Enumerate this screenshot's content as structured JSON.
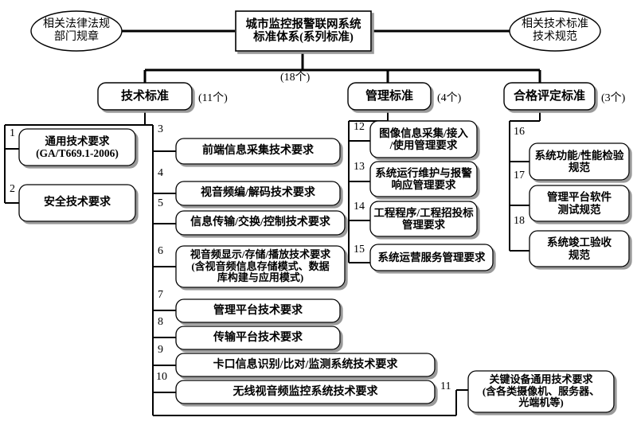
{
  "diagram": {
    "title_root": "城市监控报警联网系统\n标准体系(系列标准)",
    "root_count": "(18个)",
    "left_ellipse": "相关法律法规\n部门规章",
    "right_ellipse": "相关技术标准\n技术规范",
    "categories": [
      {
        "label": "技术标准",
        "count": "(11个)"
      },
      {
        "label": "管理标准",
        "count": "(4个)"
      },
      {
        "label": "合格评定标准",
        "count": "(3个)"
      }
    ],
    "technical_left": [
      {
        "num": "1",
        "label": "通用技术要求\n(GA/T669.1-2006)"
      },
      {
        "num": "2",
        "label": "安全技术要求"
      }
    ],
    "technical_right": [
      {
        "num": "3",
        "label": "前端信息采集技术要求"
      },
      {
        "num": "4",
        "label": "视音频编/解码技术要求"
      },
      {
        "num": "5",
        "label": "信息传输/交换/控制技术要求"
      },
      {
        "num": "6",
        "label": "视音频显示/存储/播放技术要求\n(含视音频信息存储模式、数据\n库构建与应用模式)"
      },
      {
        "num": "7",
        "label": "管理平台技术要求"
      },
      {
        "num": "8",
        "label": "传输平台技术要求"
      },
      {
        "num": "9",
        "label": "卡口信息识别/比对/监测系统技术要求"
      },
      {
        "num": "10",
        "label": "无线视音频监控系统技术要求"
      },
      {
        "num": "11",
        "label": "关键设备通用技术要求\n(含各类摄像机、服务器、\n光端机等)"
      }
    ],
    "management": [
      {
        "num": "12",
        "label": "图像信息采集/接入\n/使用管理要求"
      },
      {
        "num": "13",
        "label": "系统运行维护与报警\n响应管理要求"
      },
      {
        "num": "14",
        "label": "工程程序/工程招投标\n管理要求"
      },
      {
        "num": "15",
        "label": "系统运营服务管理要求"
      }
    ],
    "conformity": [
      {
        "num": "16",
        "label": "系统功能/性能检验\n规范"
      },
      {
        "num": "17",
        "label": "管理平台软件\n测试规范"
      },
      {
        "num": "18",
        "label": "系统竣工验收\n规范"
      }
    ]
  },
  "colors": {
    "stroke": "#000000",
    "box_fill": "#ffffff",
    "shadow": "#9a9a9a"
  }
}
